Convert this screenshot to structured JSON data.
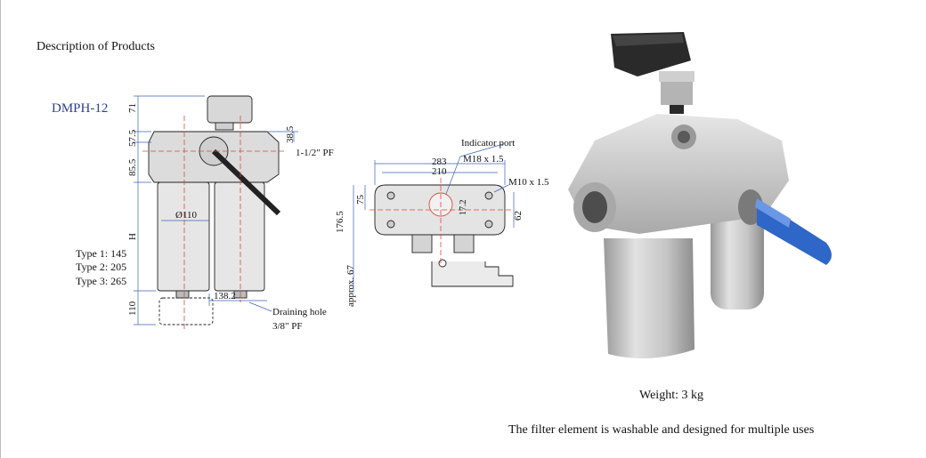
{
  "page": {
    "heading": "Description of Products",
    "weight": "Weight: 3 kg",
    "note": "The filter element is washable and designed for multiple uses"
  },
  "drawing": {
    "model": "DMPH-12",
    "dims": {
      "d71": "71",
      "d57_5": "57.5",
      "d85_5": "85.5",
      "h": "H",
      "d110": "110",
      "d38_5": "38.5",
      "port_inlet": "1-1/2\" PF",
      "dia110": "Ø110",
      "d138_2": "138.2",
      "drain": "Draining hole",
      "drain_size": "3/8\" PF",
      "type1": "Type 1: 145",
      "type2": "Type 2: 205",
      "type3": "Type 3: 265",
      "indicator_port": "Indicator port",
      "d283": "283",
      "m18": "M18 x 1.5",
      "d210": "210",
      "m10": "M10 x 1.5",
      "d75": "75",
      "d17_2": "17.2",
      "d62": "62",
      "d176_5": "176.5",
      "approx67": "approx. 67"
    },
    "line_color": "#3d63b8",
    "accent_color": "#d94b3a"
  }
}
